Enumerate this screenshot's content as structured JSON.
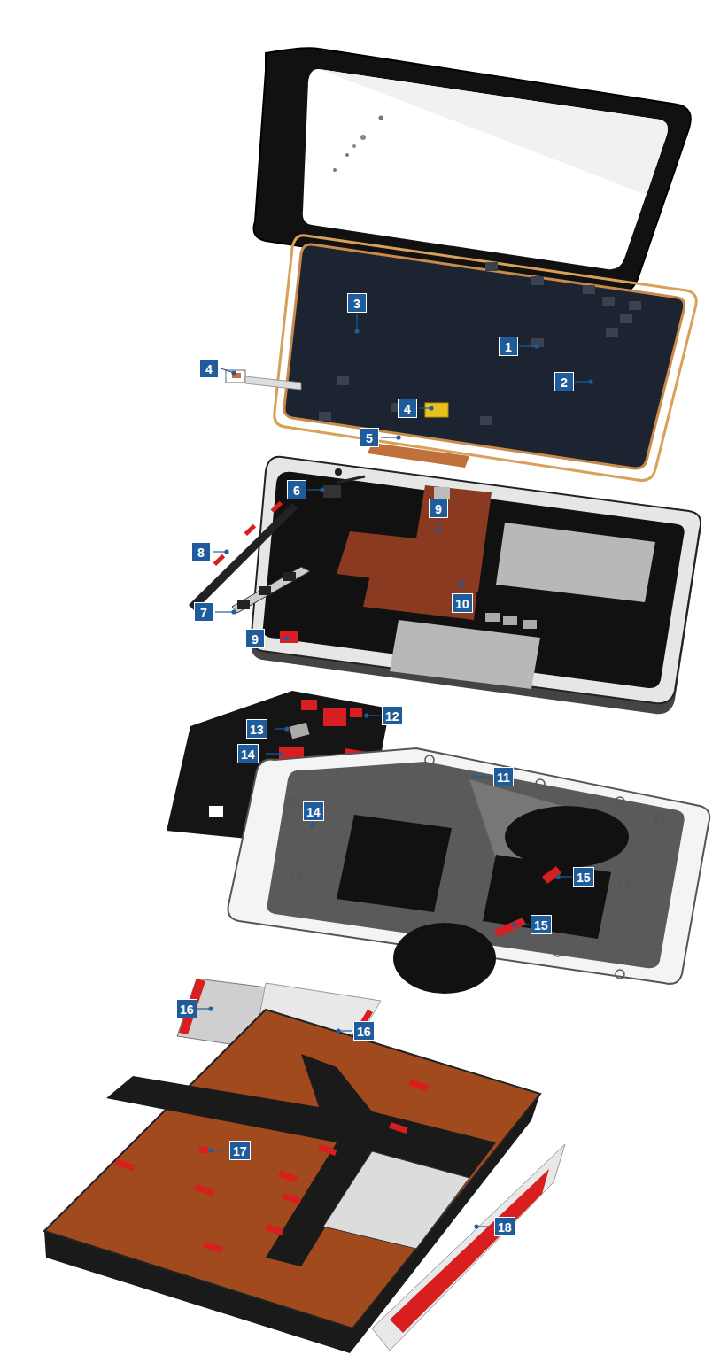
{
  "diagram": {
    "labels": [
      "3",
      "1",
      "4",
      "2",
      "4",
      "5",
      "6",
      "8",
      "9",
      "10",
      "7",
      "9",
      "13",
      "12",
      "14",
      "11",
      "14",
      "15",
      "15",
      "16",
      "16",
      "17",
      "18"
    ]
  }
}
